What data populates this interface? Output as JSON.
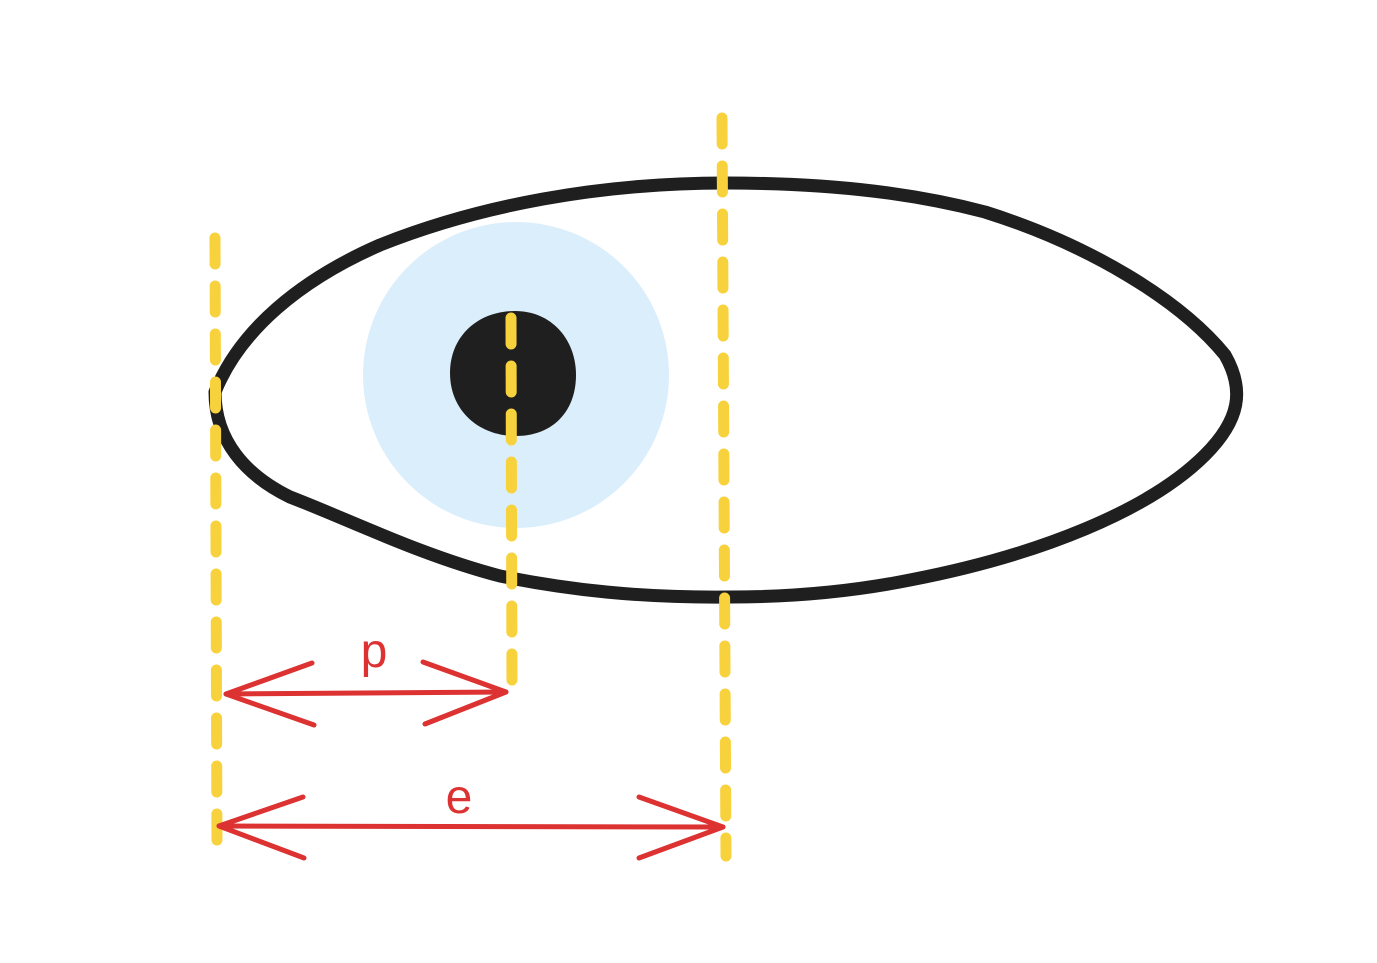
{
  "labels": {
    "p": "p",
    "e": "e"
  },
  "colors": {
    "outline": "#1f1f1f",
    "iris": "#dbeefb",
    "pupil": "#1f1f1f",
    "guide": "#f8d23c",
    "measure": "#dc3232",
    "background": "#ffffff"
  },
  "icons": {
    "eye": "eye-icon",
    "arrow": "double-headed-arrow"
  }
}
